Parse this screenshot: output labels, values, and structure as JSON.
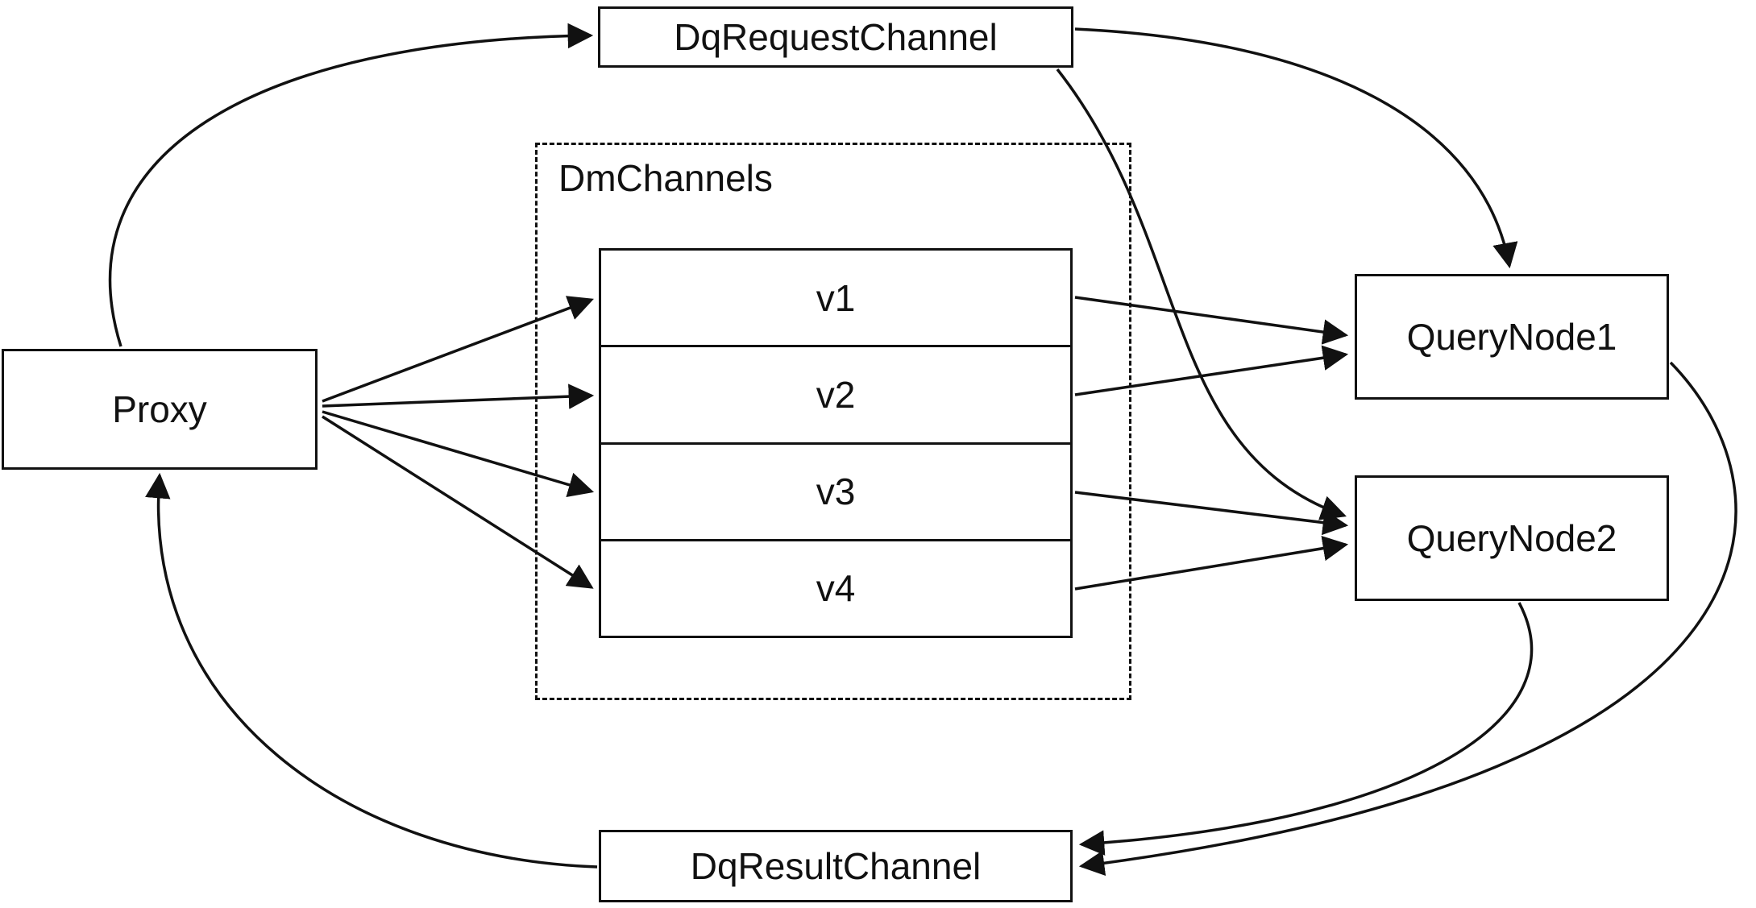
{
  "colors": {
    "stroke": "#111111",
    "background": "#ffffff"
  },
  "nodes": {
    "proxy": {
      "label": "Proxy"
    },
    "dq_request_channel": {
      "label": "DqRequestChannel"
    },
    "dm_channels": {
      "label": "DmChannels",
      "channels": [
        "v1",
        "v2",
        "v3",
        "v4"
      ]
    },
    "query_node_1": {
      "label": "QueryNode1"
    },
    "query_node_2": {
      "label": "QueryNode2"
    },
    "dq_result_channel": {
      "label": "DqResultChannel"
    }
  },
  "edges": [
    {
      "from": "Proxy",
      "to": "DqRequestChannel",
      "style": "curved"
    },
    {
      "from": "DqRequestChannel",
      "to": "QueryNode1",
      "style": "curved"
    },
    {
      "from": "DqRequestChannel",
      "to": "QueryNode2",
      "style": "curved"
    },
    {
      "from": "Proxy",
      "to": "DmChannels.v1",
      "style": "straight"
    },
    {
      "from": "Proxy",
      "to": "DmChannels.v2",
      "style": "straight"
    },
    {
      "from": "Proxy",
      "to": "DmChannels.v3",
      "style": "straight"
    },
    {
      "from": "Proxy",
      "to": "DmChannels.v4",
      "style": "straight"
    },
    {
      "from": "DmChannels.v1",
      "to": "QueryNode1",
      "style": "straight"
    },
    {
      "from": "DmChannels.v2",
      "to": "QueryNode1",
      "style": "straight"
    },
    {
      "from": "DmChannels.v3",
      "to": "QueryNode2",
      "style": "straight"
    },
    {
      "from": "DmChannels.v4",
      "to": "QueryNode2",
      "style": "straight"
    },
    {
      "from": "QueryNode1",
      "to": "DqResultChannel",
      "style": "curved"
    },
    {
      "from": "QueryNode2",
      "to": "DqResultChannel",
      "style": "curved"
    },
    {
      "from": "DqResultChannel",
      "to": "Proxy",
      "style": "curved"
    }
  ]
}
